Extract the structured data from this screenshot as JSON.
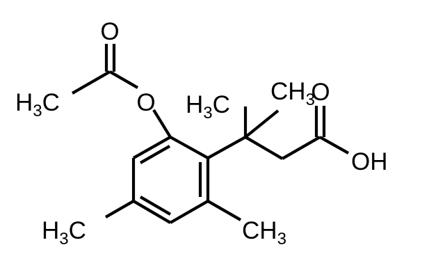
{
  "molecule": {
    "atoms": {
      "o_carbonyl": "O",
      "h3c_acetyl": "H",
      "h3c_acetyl_sub": "3",
      "h3c_acetyl_c": "C",
      "o_ester": "O",
      "h3c_gem": "H",
      "h3c_gem_sub": "3",
      "h3c_gem_c": "C",
      "ch3_gem": "CH",
      "ch3_gem_sub": "3",
      "o_acid": "O",
      "oh_acid": "OH",
      "h3c_ring": "H",
      "h3c_ring_sub": "3",
      "h3c_ring_c": "C",
      "ch3_ring": "CH",
      "ch3_ring_sub": "3"
    },
    "colors": {
      "bond": "#000000",
      "label": "#000000",
      "background": "#ffffff"
    }
  }
}
